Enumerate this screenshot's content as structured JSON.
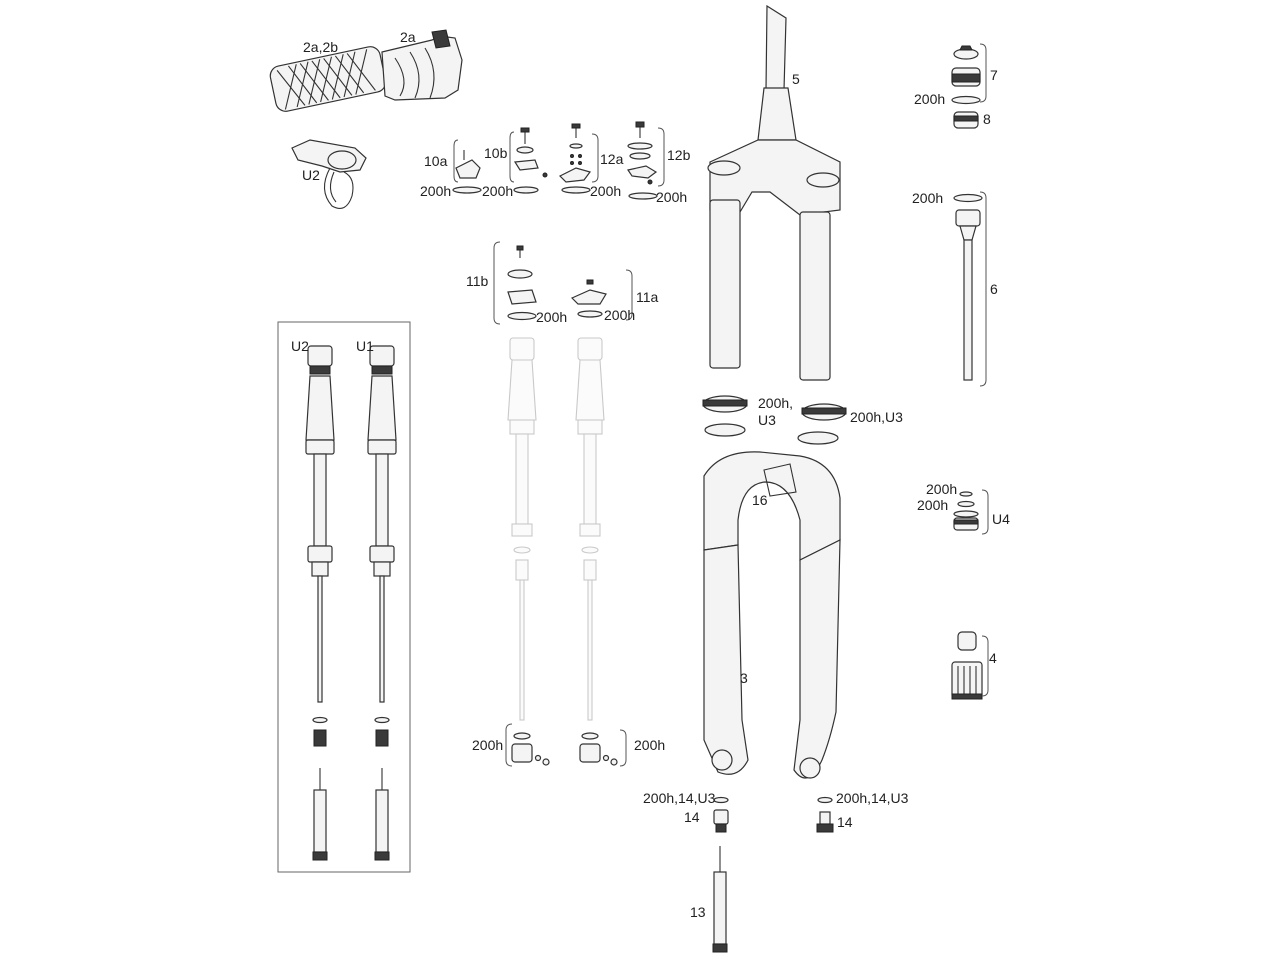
{
  "diagram": {
    "colors": {
      "stroke": "#333333",
      "ghost": "#c9c9c9",
      "background": "#ffffff"
    },
    "labels": {
      "grip_2a2b": "2a,2b",
      "grip_2a": "2a",
      "remote_u2": "U2",
      "crown_5": "5",
      "kit_7": "7",
      "seal_200h_7": "200h",
      "kit_8": "8",
      "lever_10a": "10a",
      "lever_10b": "10b",
      "lever_12a": "12a",
      "lever_12b": "12b",
      "seal_10a": "200h",
      "seal_10b": "200h",
      "seal_12a": "200h",
      "seal_12b": "200h",
      "seal_6": "200h",
      "shaft_6": "6",
      "knob_11b": "11b",
      "knob_11a": "11a",
      "seal_11b": "200h",
      "seal_11a": "200h",
      "damper_u2": "U2",
      "damper_u1": "U1",
      "seal_u3_left": "200h,",
      "u3_left": "U3",
      "seal_u3_right": "200h,U3",
      "part_16": "16",
      "seal_u4_a": "200h",
      "seal_u4_b": "200h",
      "kit_u4": "U4",
      "part_4": "4",
      "lowers_3": "3",
      "seal_foot_left": "200h",
      "seal_foot_right": "200h",
      "bolt_left_label": "200h,14,U3",
      "bolt_left_14": "14",
      "bolt_right_label": "200h,14,U3",
      "bolt_right_14": "14",
      "rod_13": "13"
    }
  }
}
